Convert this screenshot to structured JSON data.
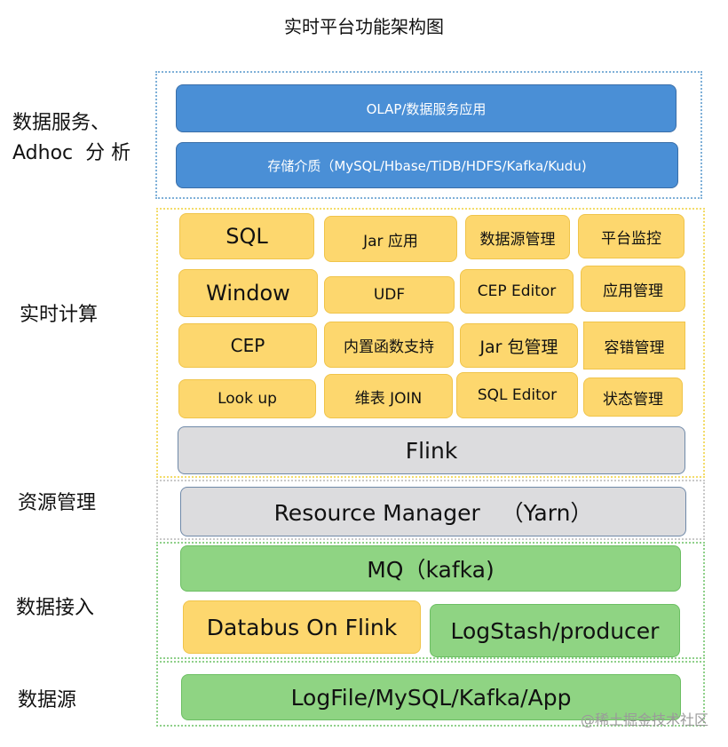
{
  "title": "实时平台功能架构图",
  "side_labels": {
    "data_service_line1": "数据服务、",
    "data_service_line2": "Adhoc  分 析",
    "realtime_compute": "实时计算",
    "resource_mgmt": "资源管理",
    "data_ingest": "数据接入",
    "data_source": "数据源"
  },
  "service_layer": {
    "olap": "OLAP/数据服务应用",
    "storage": "存储介质（MySQL/Hbase/TiDB/HDFS/Kafka/Kudu)"
  },
  "compute_layer": {
    "sql": "SQL",
    "jar_app": "Jar 应用",
    "datasource_mgmt": "数据源管理",
    "platform_monitor": "平台监控",
    "window": "Window",
    "udf": "UDF",
    "cep_editor": "CEP Editor",
    "app_mgmt": "应用管理",
    "cep": "CEP",
    "builtin_func": "内置函数支持",
    "jar_pkg_mgmt": "Jar 包管理",
    "fault_tolerance_mgmt": "容错管理",
    "lookup": "Look up",
    "dim_join": "维表 JOIN",
    "sql_editor": "SQL Editor",
    "state_mgmt": "状态管理",
    "flink": "Flink"
  },
  "resource_layer": {
    "resource_manager": "Resource Manager   （Yarn）"
  },
  "ingest_layer": {
    "mq": "MQ（kafka)",
    "databus": "Databus On Flink",
    "logstash": "LogStash/producer"
  },
  "source_layer": {
    "sources": "LogFile/MySQL/Kafka/App"
  },
  "watermark": "@稀土掘金技术社区",
  "colors": {
    "service_box": "#4a8fd6",
    "compute_box": "#fdd76e",
    "engine_box": "#dcdcde",
    "ingest_box": "#8fd483"
  }
}
